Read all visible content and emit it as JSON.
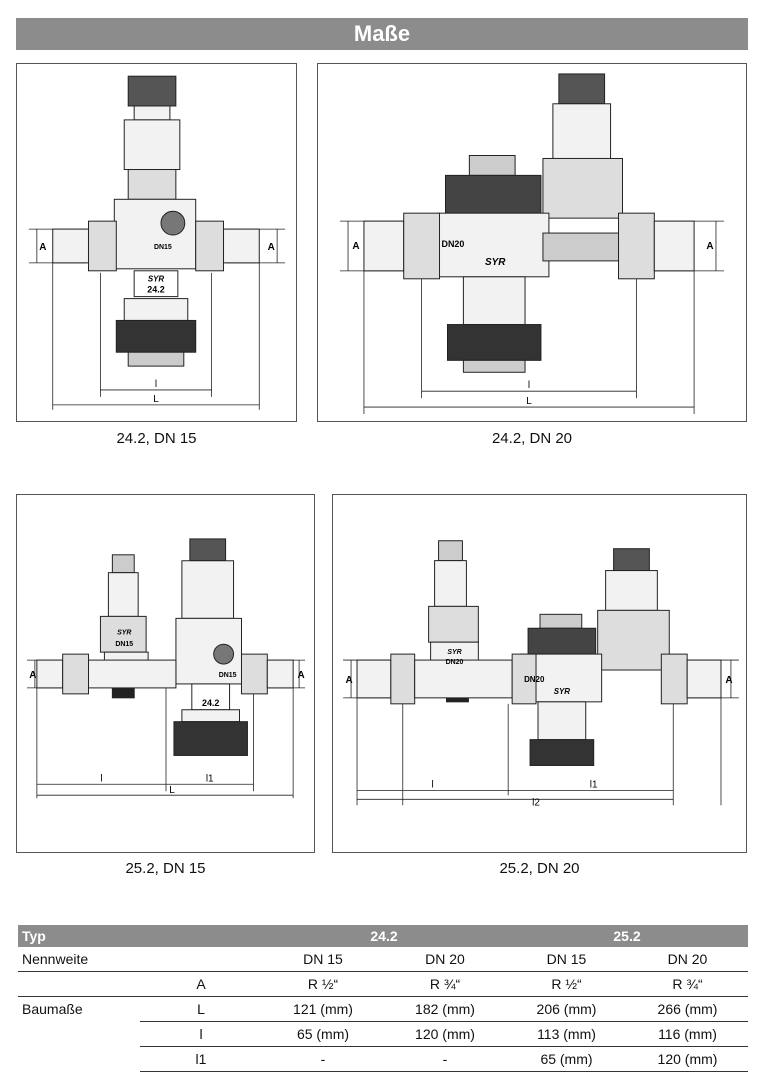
{
  "page": {
    "title": "Maße"
  },
  "figures": [
    {
      "caption": "24.2, DN 15",
      "labels": {
        "a_left": "A",
        "a_right": "A",
        "dn": "DN15",
        "model": "24.2",
        "brand": "SYR",
        "l_small": "l",
        "l_big": "L"
      }
    },
    {
      "caption": "24.2, DN 20",
      "labels": {
        "a_left": "A",
        "a_right": "A",
        "dn": "DN20",
        "brand": "SYR",
        "l_small": "l",
        "l_big": "L"
      }
    },
    {
      "caption": "25.2, DN 15",
      "labels": {
        "a_left": "A",
        "a_right": "A",
        "dn": "DN15",
        "dn_alt": "DN15",
        "model": "24.2",
        "brand": "SYR",
        "l_small": "l",
        "l1": "l1",
        "l_big": "L"
      }
    },
    {
      "caption": "25.2, DN 20",
      "labels": {
        "a_left": "A",
        "a_right": "A",
        "dn": "DN20",
        "dn_alt": "DN20",
        "brand": "SYR",
        "l_small": "l",
        "l1": "l1",
        "l2": "l2"
      }
    }
  ],
  "table": {
    "header": {
      "typ": "Typ",
      "group_a": "24.2",
      "group_b": "25.2"
    },
    "nennweite": {
      "label": "Nennweite",
      "values": [
        "DN 15",
        "DN 20",
        "DN 15",
        "DN 20"
      ]
    },
    "rows": [
      {
        "group": "",
        "param": "A",
        "values": [
          "R ½“",
          "R ¾“",
          "R ½“",
          "R ¾“"
        ]
      },
      {
        "group": "Baumaße",
        "param": "L",
        "values": [
          "121 (mm)",
          "182 (mm)",
          "206 (mm)",
          "266 (mm)"
        ]
      },
      {
        "group": "",
        "param": "l",
        "values": [
          "65 (mm)",
          "120 (mm)",
          "113 (mm)",
          "116 (mm)"
        ]
      },
      {
        "group": "",
        "param": "l1",
        "values": [
          "-",
          "-",
          "65 (mm)",
          "120 (mm)"
        ]
      }
    ]
  }
}
